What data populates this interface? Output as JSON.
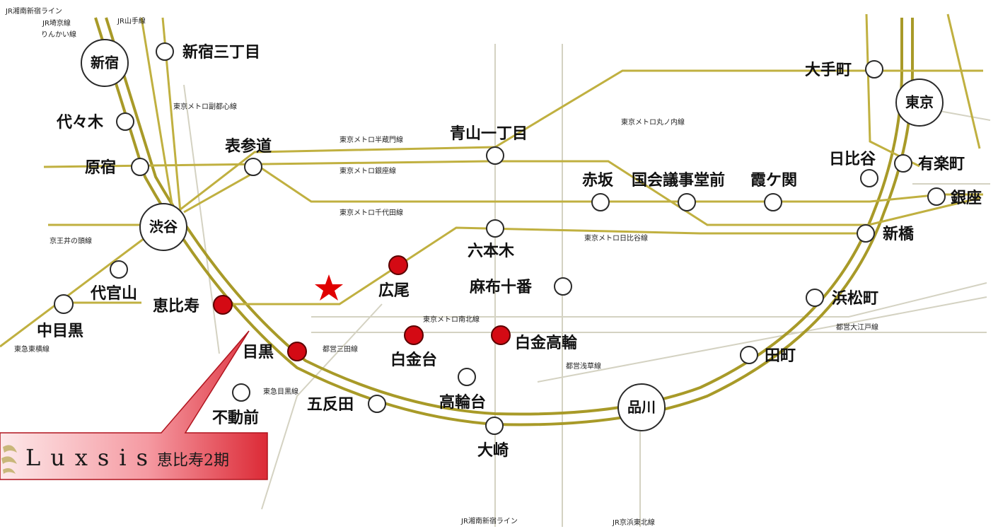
{
  "map": {
    "hubs": {
      "shinjuku": "新宿",
      "shibuya": "渋谷",
      "tokyo": "東京",
      "shinagawa": "品川"
    },
    "stations": {
      "shinjuku_sanchome": "新宿三丁目",
      "yoyogi": "代々木",
      "harajuku": "原宿",
      "omotesando": "表参道",
      "aoyama_itchome": "青山一丁目",
      "akasaka": "赤坂",
      "kokkai_gijidomae": "国会議事堂前",
      "kasumigaseki": "霞ケ関",
      "hibiya": "日比谷",
      "yurakucho": "有楽町",
      "ginza": "銀座",
      "otemachi": "大手町",
      "shimbashi": "新橋",
      "roppongi": "六本木",
      "azabu_juban": "麻布十番",
      "hamamatsucho": "浜松町",
      "tamachi": "田町",
      "hiroo": "広尾",
      "ebisu": "恵比寿",
      "daikanyama": "代官山",
      "naka_meguro": "中目黒",
      "meguro": "目黒",
      "shirokanedai": "白金台",
      "shirokane_takanawa": "白金高輪",
      "takanawadai": "高輪台",
      "gotanda": "五反田",
      "osaki": "大崎",
      "fudomae": "不動前"
    },
    "lines": {
      "jr_shonan_top": "JR湘南新宿ライン",
      "jr_saikyo": "JR埼京線",
      "rinkai": "りんかい線",
      "jr_yamanote": "JR山手線",
      "fukutoshin": "東京メトロ副都心線",
      "hanzomon": "東京メトロ半蔵門線",
      "ginza_line": "東京メトロ銀座線",
      "chiyoda": "東京メトロ千代田線",
      "marunouchi": "東京メトロ丸ノ内線",
      "hibiya_line": "東京メトロ日比谷線",
      "keio_inokashira": "京王井の頭線",
      "tokyu_toyoko": "東急東横線",
      "namboku": "東京メトロ南北線",
      "toei_mita": "都営三田線",
      "toei_oedo": "都営大江戸線",
      "toei_asakusa": "都営浅草線",
      "tokyu_meguro": "東急目黒線",
      "jr_shonan_bottom": "JR湘南新宿ライン",
      "jr_keihin_tohoku": "JR京浜東北線"
    }
  },
  "callout": {
    "brand": "Luxsis",
    "subtitle": "恵比寿2期"
  },
  "colors": {
    "rail": "#a89a28",
    "highlight_station": "#d40a14",
    "callout_start": "#fbe4e6",
    "callout_end": "#e2303c",
    "marker": "#e00000"
  },
  "icons": {
    "property_marker": "star-icon",
    "brand_logo": "luxsis-logo-icon"
  }
}
